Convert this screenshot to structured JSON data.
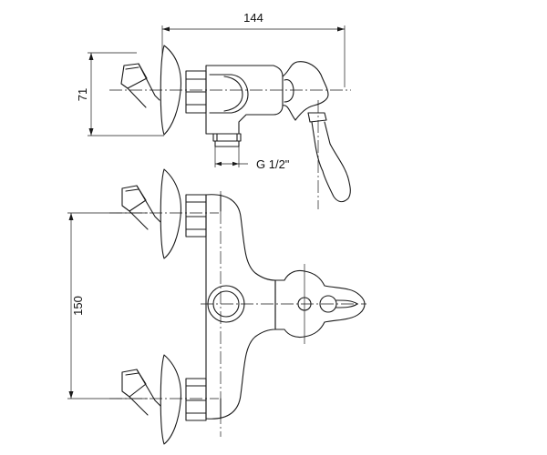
{
  "dimensions": {
    "width_total": "144",
    "side_depth": "71",
    "pipe_thread": "G 1/2\"",
    "center_distance": "150"
  }
}
